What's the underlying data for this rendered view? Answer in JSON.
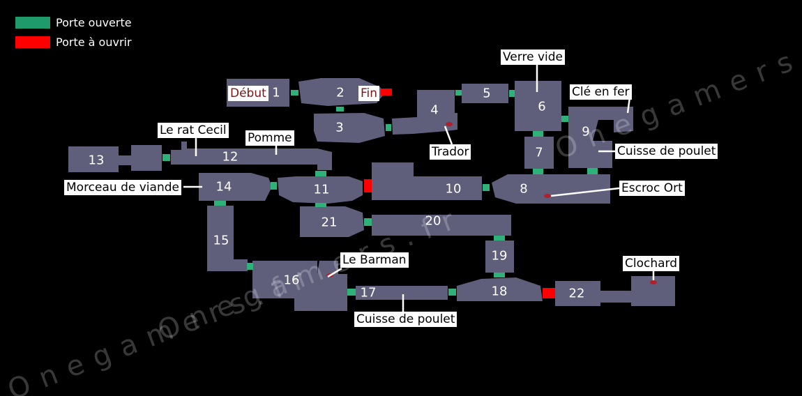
{
  "legend": {
    "open_door": {
      "label": "Porte ouverte",
      "color": "#1f9a6a"
    },
    "closed_door": {
      "label": "Porte à ouvrir",
      "color": "#ff0000"
    }
  },
  "colors": {
    "room": "#5f5f7c",
    "door_open": "#2fb27a",
    "door_closed": "#ff0000",
    "npc": "#b0202a"
  },
  "rooms": [
    "1",
    "2",
    "3",
    "4",
    "5",
    "6",
    "7",
    "8",
    "9",
    "10",
    "11",
    "12",
    "13",
    "14",
    "15",
    "16",
    "17",
    "18",
    "19",
    "20",
    "21",
    "22"
  ],
  "labels": {
    "debut": "Début",
    "fin": "Fin",
    "verre_vide": "Verre vide",
    "cle_en_fer": "Clé en fer",
    "trador": "Trador",
    "cuisse_poulet_9": "Cuisse de poulet",
    "le_rat_cecil": "Le rat Cecil",
    "pomme": "Pomme",
    "morceau_viande": "Morceau de viande",
    "escroc_ort": "Escroc Ort",
    "le_barman": "Le Barman",
    "clochard": "Clochard",
    "cuisse_poulet_17": "Cuisse de poulet"
  },
  "watermark": [
    "Onegamers.fr",
    "Onegamers.fr",
    "Onegamers.fr"
  ]
}
